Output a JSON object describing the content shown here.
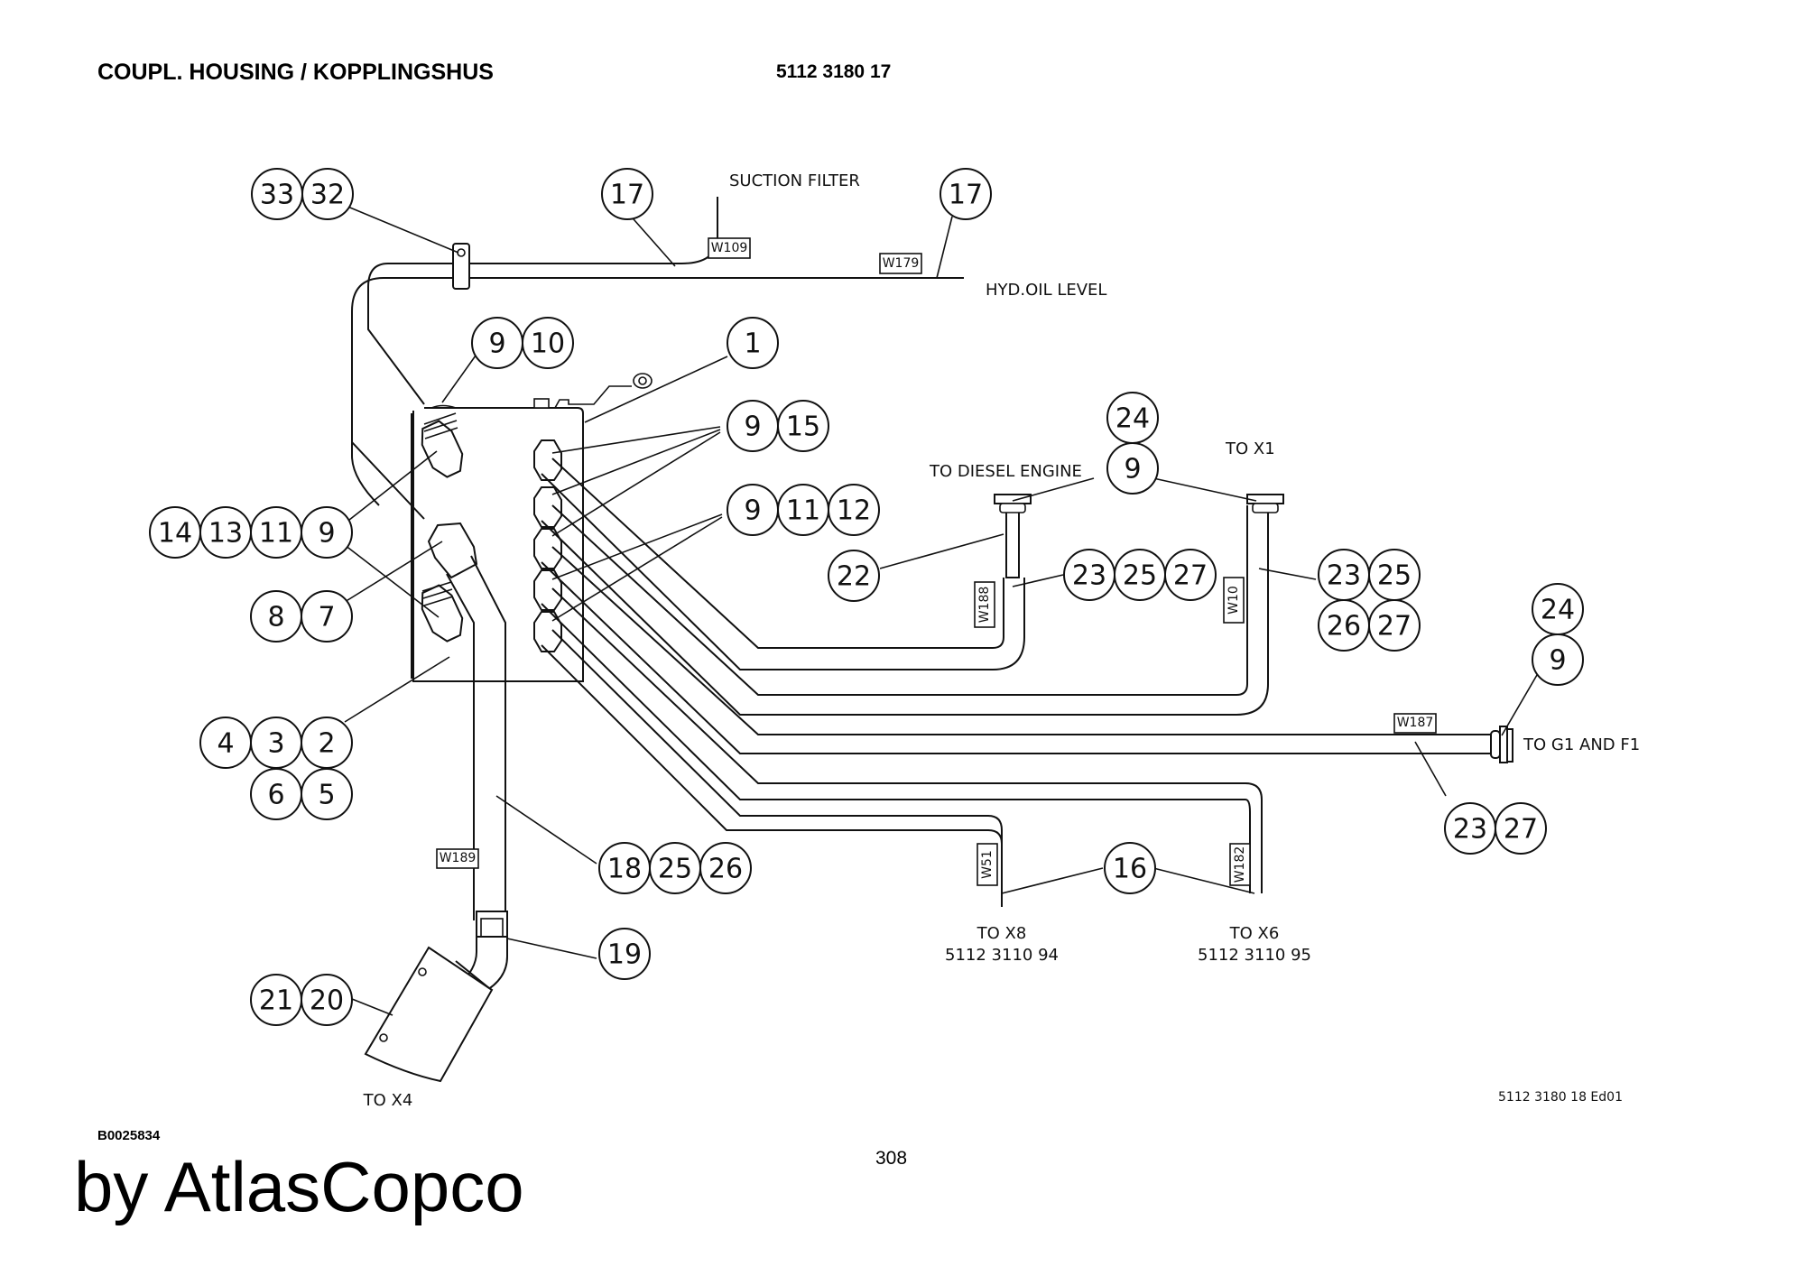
{
  "header": {
    "title": "COUPL. HOUSING / KOPPLINGSHUS",
    "part_number": "5112 3180 17"
  },
  "footer": {
    "document_id": "B0025834",
    "page_number": "308",
    "brand": "by AtlasCopco",
    "drawing_ref": "5112 3180 18 Ed01"
  },
  "labels": {
    "suction_filter": "SUCTION FILTER",
    "hyd_oil_level": "HYD.OIL LEVEL",
    "to_diesel_engine": "TO DIESEL ENGINE",
    "to_x1": "TO X1",
    "to_g1_f1": "TO G1 AND F1",
    "to_x8": "TO X8",
    "to_x8_part": "5112 3110 94",
    "to_x6": "TO X6",
    "to_x6_part": "5112 3110 95",
    "to_x4": "TO X4"
  },
  "hose_tags": {
    "w109": "W109",
    "w179": "W179",
    "w188": "W188",
    "w10": "W10",
    "w187": "W187",
    "w51": "W51",
    "w182": "W182",
    "w189": "W189"
  },
  "callouts": {
    "c33_32": [
      "33",
      "32"
    ],
    "c17a": [
      "17"
    ],
    "c17b": [
      "17"
    ],
    "c9_10": [
      "9",
      "10"
    ],
    "c1": [
      "1"
    ],
    "c9_15": [
      "9",
      "15"
    ],
    "c9_11_12": [
      "9",
      "11",
      "12"
    ],
    "c14_13_11_9": [
      "14",
      "13",
      "11",
      "9"
    ],
    "c8_7": [
      "8",
      "7"
    ],
    "c4_3_2": [
      "4",
      "3",
      "2"
    ],
    "c6_5": [
      "6",
      "5"
    ],
    "c24_9_top": [
      "24",
      "9"
    ],
    "c22": [
      "22"
    ],
    "c23_25_27": [
      "23",
      "25",
      "27"
    ],
    "c23_25_right": [
      "23",
      "25"
    ],
    "c26_27_right": [
      "26",
      "27"
    ],
    "c24_9_right": [
      "24",
      "9"
    ],
    "c23_27_bottom": [
      "23",
      "27"
    ],
    "c18_25_26": [
      "18",
      "25",
      "26"
    ],
    "c16": [
      "16"
    ],
    "c19": [
      "19"
    ],
    "c21_20": [
      "21",
      "20"
    ]
  }
}
